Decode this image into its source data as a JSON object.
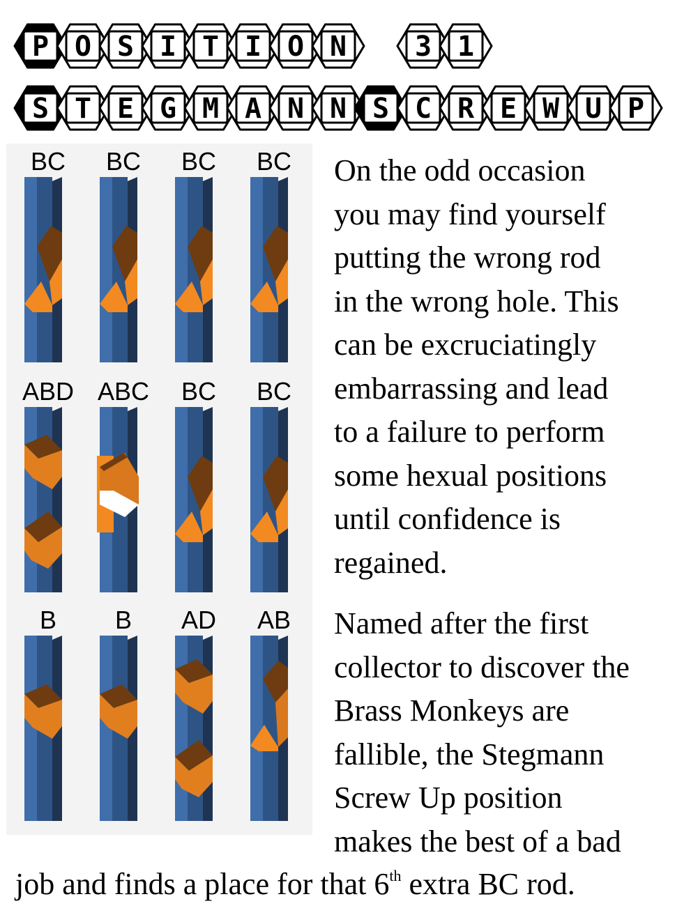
{
  "title": {
    "line1": [
      "P",
      "O",
      "S",
      "I",
      "T",
      "I",
      "O",
      "N",
      " ",
      "3",
      "1"
    ],
    "line1_filled": [
      0
    ],
    "line2": [
      "S",
      "T",
      "E",
      "G",
      "M",
      "A",
      "N",
      "N",
      "S",
      "C",
      "R",
      "E",
      "W",
      "U",
      "P"
    ],
    "line2_filled": [
      0,
      8
    ]
  },
  "rods": {
    "rows": [
      [
        "BC",
        "BC",
        "BC",
        "BC"
      ],
      [
        "ABD",
        "ABC",
        "BC",
        "BC"
      ],
      [
        "B",
        "B",
        "AD",
        "AB"
      ]
    ]
  },
  "text": {
    "para1_lines": [
      "On the odd occasion",
      "you may find yourself",
      "putting the wrong rod",
      "in the wrong hole. This",
      "can be excruciatingly",
      "embarrassing and lead",
      "to a failure to perform",
      "some hexual positions",
      "until confidence is",
      "regained."
    ],
    "para2_lines": [
      "Named after the first",
      "collector to discover the",
      "Brass Monkeys are",
      "fallible, the Stegmann",
      "Screw Up position",
      "makes the best of a bad"
    ],
    "last_pre": "job and finds a place for that 6",
    "last_sup": "th",
    "last_post": " extra BC rod."
  },
  "colors": {
    "rod_light": "#3f6eaa",
    "rod_mid": "#2e5486",
    "rod_dark": "#1f3452",
    "orange": "#f28a21",
    "orange_dark": "#6e3c10",
    "hex_fill": "#000000"
  }
}
